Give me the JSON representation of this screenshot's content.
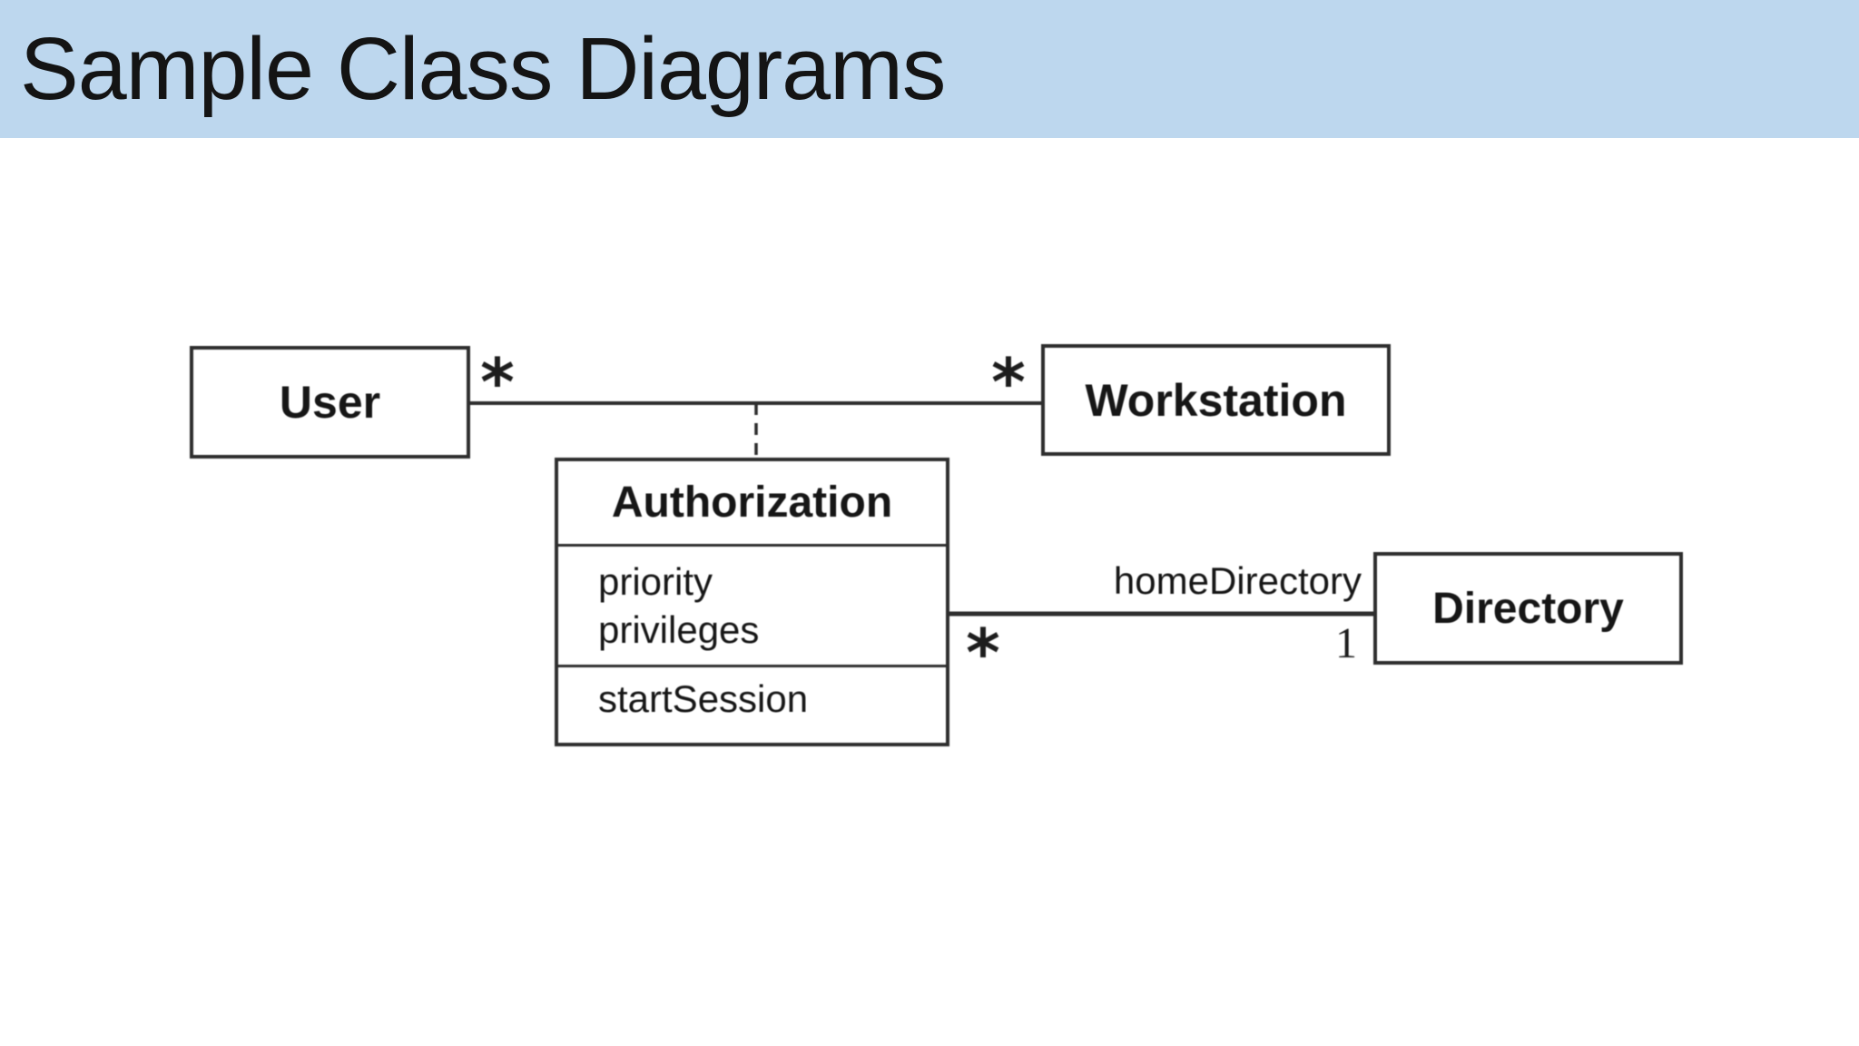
{
  "slide": {
    "title": "Sample Class Diagrams"
  },
  "diagram": {
    "classes": [
      {
        "name": "User",
        "attributes": [],
        "operations": []
      },
      {
        "name": "Workstation",
        "attributes": [],
        "operations": []
      },
      {
        "name": "Authorization",
        "attributes": [
          "priority",
          "privileges"
        ],
        "operations": [
          "startSession"
        ]
      },
      {
        "name": "Directory",
        "attributes": [],
        "operations": []
      }
    ],
    "associations": [
      {
        "from": "User",
        "to": "Workstation",
        "from_multiplicity": "*",
        "to_multiplicity": "*",
        "association_class": "Authorization",
        "link_style": "dashed"
      },
      {
        "from": "Authorization",
        "to": "Directory",
        "label": "homeDirectory",
        "from_multiplicity": "*",
        "to_multiplicity": "1"
      }
    ]
  },
  "colors": {
    "header_bg": "#bdd7ee",
    "title_text": "#141414",
    "diagram_ink": "#2e2e2e",
    "canvas_bg": "#ffffff"
  }
}
